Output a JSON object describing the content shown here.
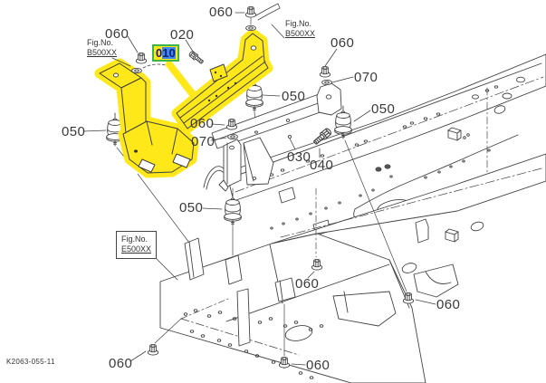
{
  "diagram": {
    "type": "parts-diagram",
    "drawing_number": "K2063-055-11",
    "fig_label": "Fig.No.",
    "figures": {
      "b500xx": "B500XX",
      "e500xx": "E500XX"
    },
    "selected_part": {
      "label": "010",
      "label_prefix": "0",
      "label_selected": "10"
    },
    "callouts": {
      "c020": {
        "label": "020"
      },
      "c030": {
        "label": "030"
      },
      "c040": {
        "label": "040"
      },
      "c050_left": {
        "label": "050"
      },
      "c050_top": {
        "label": "050"
      },
      "c050_right": {
        "label": "050"
      },
      "c050_center": {
        "label": "050"
      },
      "c060_top_left": {
        "label": "060"
      },
      "c060_top_center": {
        "label": "060"
      },
      "c060_upper_right": {
        "label": "060"
      },
      "c060_middle": {
        "label": "060"
      },
      "c060_bottom_left": {
        "label": "060"
      },
      "c060_bottom_center": {
        "label": "060"
      },
      "c060_bottom_lower": {
        "label": "060"
      },
      "c060_bottom_right": {
        "label": "060"
      },
      "c070_right": {
        "label": "070"
      },
      "c070_middle": {
        "label": "070"
      }
    },
    "colors": {
      "highlight": "#ffe81a",
      "selection_border": "#3cb44a",
      "selection_fill": "#3f86f5",
      "line": "#444444",
      "label_text": "#3a3a3a"
    }
  }
}
